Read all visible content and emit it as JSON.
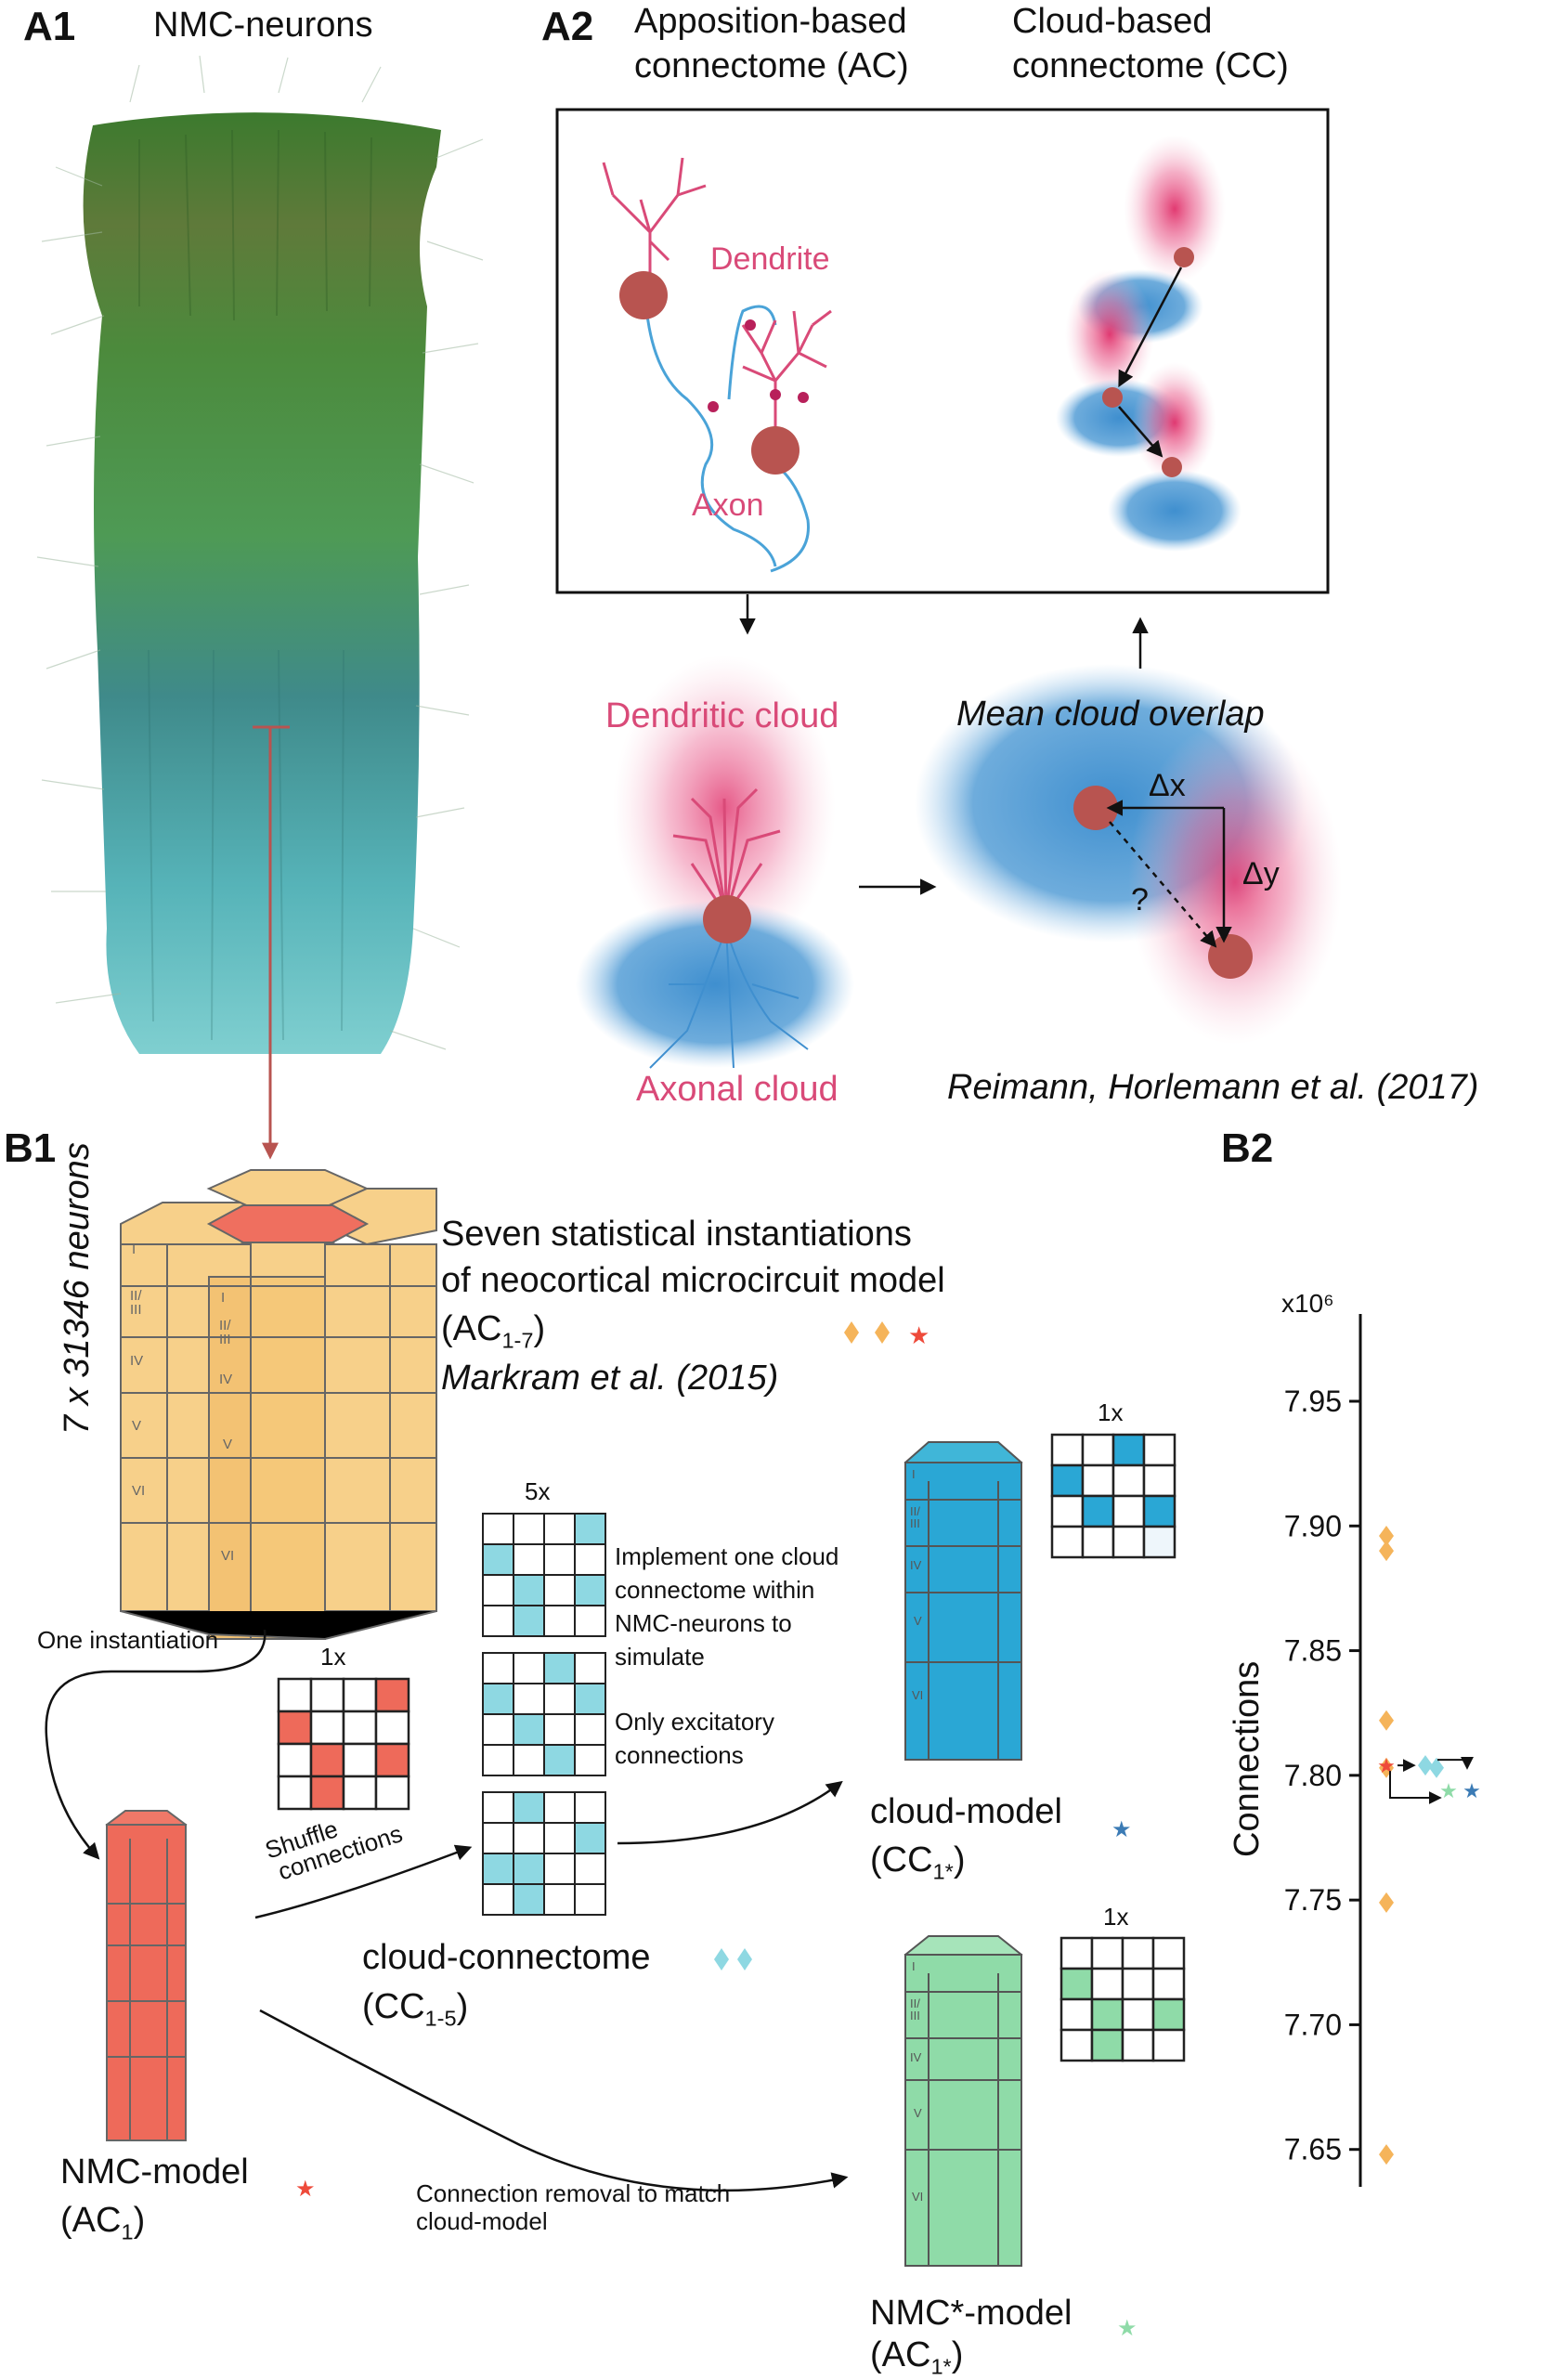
{
  "panels": {
    "a1": {
      "label": "A1",
      "title": "NMC-neurons"
    },
    "a2": {
      "label": "A2",
      "ac_title": [
        "Apposition-based",
        "connectome (AC)"
      ],
      "cc_title": [
        "Cloud-based",
        "connectome (CC)"
      ],
      "dendrite": "Dendrite",
      "axon": "Axon",
      "dendritic_cloud": "Dendritic cloud",
      "axonal_cloud": "Axonal cloud",
      "mean_overlap": "Mean cloud overlap",
      "dx": "Δx",
      "dy": "Δy",
      "question": "?",
      "citation": "Reimann, Horlemann et al. (2017)"
    },
    "b1": {
      "label": "B1",
      "neurons": "7 x 31346 neurons",
      "seven_title_1": "Seven statistical instantiations",
      "seven_title_2": "of neocortical microcircuit model",
      "ac17_main": "(AC",
      "ac17_sub": "1-7",
      "ac17_close": ")",
      "markram": "Markram et al. (2015)",
      "one_inst": "One instantiation",
      "onex": "1x",
      "fivex": "5x",
      "shuffle_1": "Shuffle",
      "shuffle_2": "connections",
      "implement": [
        "Implement one cloud",
        "connectome within",
        "NMC-neurons to",
        "simulate"
      ],
      "only_exc": [
        "Only excitatory",
        "connections"
      ],
      "cloud_model": "cloud-model",
      "cc1_main": "(CC",
      "cc1_sub": "1*",
      "cc1_close": ")",
      "cloud_conn": "cloud-connectome",
      "cc15_main": "(CC",
      "cc15_sub": "1-5",
      "cc15_close": ")",
      "nmc_model": "NMC-model",
      "ac1_main": "(AC",
      "ac1_sub": "1",
      "ac1_close": ")",
      "removal": [
        "Connection removal to match",
        "cloud-model"
      ],
      "nmcstar_model": "NMC*-model",
      "ac1s_main": "(AC",
      "ac1s_sub": "1*",
      "ac1s_close": ")",
      "layers": [
        "I",
        "II/\nIII",
        "IV",
        "V",
        "VI"
      ]
    },
    "b2": {
      "label": "B2",
      "multiplier": "x10⁶",
      "ylabel": "Connections"
    }
  },
  "colors": {
    "ac_orange": "#f5b45a",
    "nmc_red": "#ee6a5a",
    "cloud_cyan": "#8ed8e2",
    "cloud_blue": "#2aa7d5",
    "nmcstar_green": "#8fdba8",
    "star_blue": "#3b7bb5",
    "pink": "#d94a78",
    "axon_blue": "#4aa3d8",
    "soma": "#b85450"
  },
  "chart_data": {
    "type": "scatter",
    "title": "",
    "xlabel": "",
    "ylabel": "Connections",
    "y_unit_multiplier": "x10⁶",
    "ylim": [
      7.635,
      7.985
    ],
    "yticks": [
      7.65,
      7.7,
      7.75,
      7.8,
      7.85,
      7.9,
      7.95
    ],
    "series": [
      {
        "marker": "diamond",
        "color": "#f5b45a",
        "values": [
          7.896,
          7.89,
          7.822,
          7.803,
          7.749,
          7.648
        ],
        "slot": 0
      },
      {
        "marker": "star",
        "color": "#ee4a3a",
        "values": [
          7.804
        ],
        "slot": 0
      },
      {
        "marker": "diamond",
        "color": "#8ed8e2",
        "values": [
          7.804,
          7.803
        ],
        "slot": 1
      },
      {
        "marker": "star",
        "color": "#8fdba8",
        "values": [
          7.794
        ],
        "slot": 2
      },
      {
        "marker": "star",
        "color": "#3b7bb5",
        "values": [
          7.794
        ],
        "slot": 3
      }
    ]
  }
}
